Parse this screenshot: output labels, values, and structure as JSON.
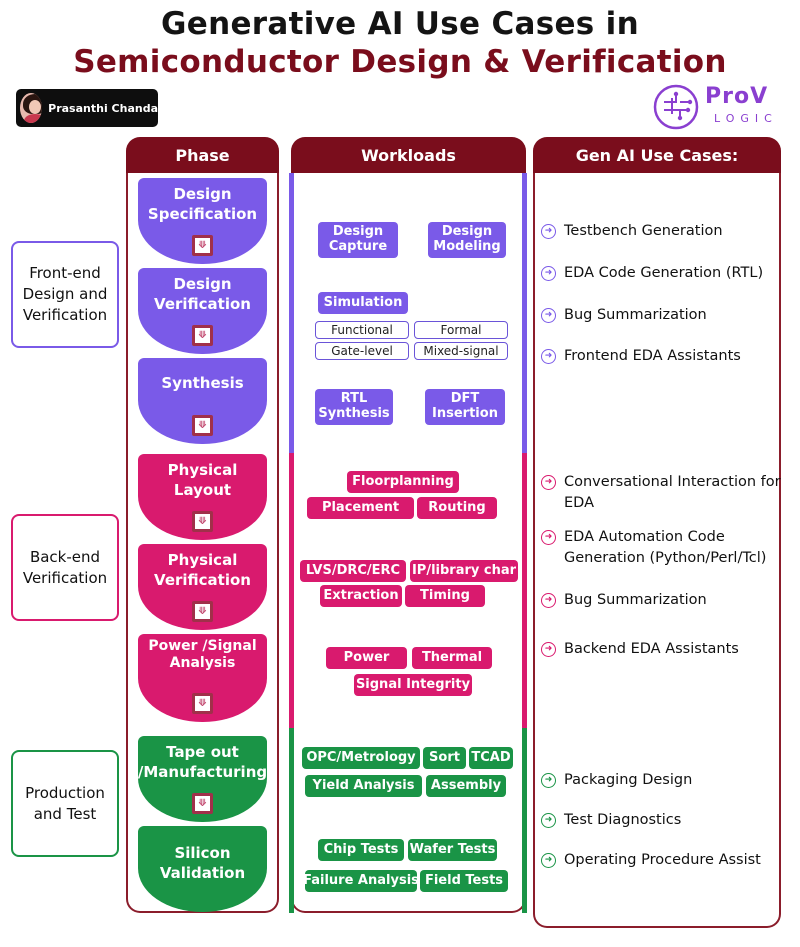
{
  "title": {
    "line1": "Generative AI Use Cases in",
    "line2": "Semiconductor Design & Verification"
  },
  "author": {
    "name": "Prasanthi Chanda"
  },
  "logo": {
    "main": "ProV",
    "sub": "LOGIC"
  },
  "colors": {
    "maroon": "#7a0d1c",
    "purple": "#7a5ae8",
    "magenta": "#d91a6e",
    "green": "#1a9446"
  },
  "columns": [
    "Phase",
    "Workloads",
    "Gen AI Use Cases:"
  ],
  "groups": [
    {
      "label": "Front-end Design and Verification"
    },
    {
      "label": "Back-end Verification"
    },
    {
      "label": "Production and Test"
    }
  ],
  "phases": [
    {
      "label": "Design Specification"
    },
    {
      "label": "Design Verification"
    },
    {
      "label": "Synthesis"
    },
    {
      "label": "Physical Layout"
    },
    {
      "label": "Physical Verification"
    },
    {
      "label": "Power /Signal Analysis"
    },
    {
      "label": "Tape out /Manufacturing"
    },
    {
      "label": "Silicon Validation"
    }
  ],
  "workloads": {
    "design_capture": "Design Capture",
    "design_modeling": "Design Modeling",
    "simulation": "Simulation",
    "functional": "Functional",
    "formal": "Formal",
    "gate_level": "Gate-level",
    "mixed_signal": "Mixed-signal",
    "rtl_synthesis": "RTL Synthesis",
    "dft_insertion": "DFT Insertion",
    "floorplanning": "Floorplanning",
    "placement": "Placement",
    "routing": "Routing",
    "lvs": "LVS/DRC/ERC",
    "ip_char": "IP/library char",
    "extraction": "Extraction",
    "timing": "Timing",
    "power": "Power",
    "thermal": "Thermal",
    "signal_integrity": "Signal Integrity",
    "opc": "OPC/Metrology",
    "sort": "Sort",
    "tcad": "TCAD",
    "yield": "Yield Analysis",
    "assembly": "Assembly",
    "chip_tests": "Chip Tests",
    "wafer_tests": "Wafer Tests",
    "failure_analysis": "Failure Analysis",
    "field_tests": "Field Tests"
  },
  "use_cases": {
    "frontend": [
      "Testbench Generation",
      "EDA Code Generation (RTL)",
      "Bug Summarization",
      "Frontend EDA Assistants"
    ],
    "backend": [
      "Conversational Interaction for EDA",
      "EDA Automation Code Generation (Python/Perl/Tcl)",
      "Bug Summarization",
      "Backend EDA Assistants"
    ],
    "production": [
      "Packaging Design",
      "Test Diagnostics",
      "Operating Procedure Assist"
    ]
  }
}
